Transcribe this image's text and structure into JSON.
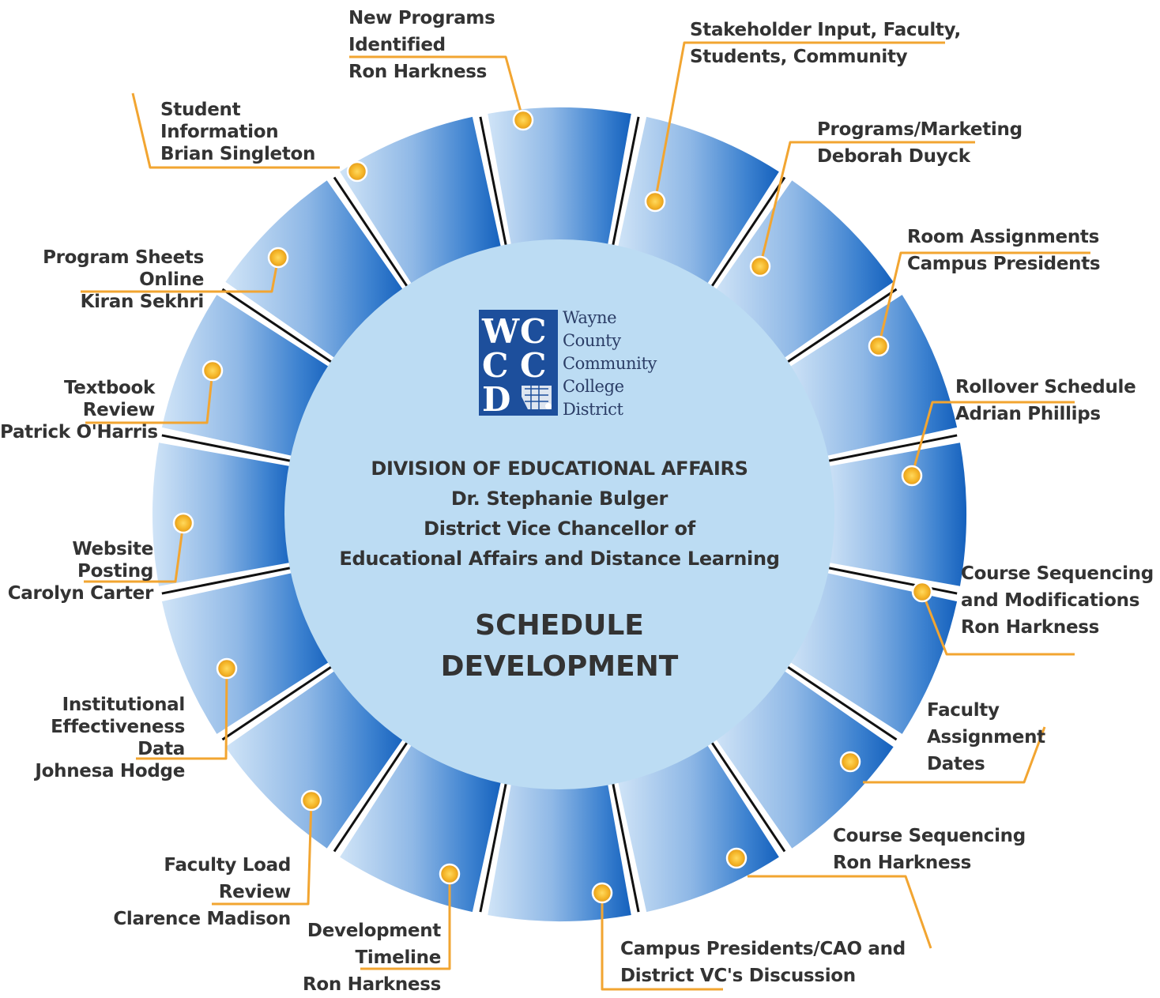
{
  "center": {
    "logo": {
      "monogram": "WCCCD",
      "name_lines": [
        "Wayne",
        "County",
        "Community",
        "College",
        "District"
      ]
    },
    "division_lines": [
      "DIVISION OF EDUCATIONAL AFFAIRS",
      "Dr. Stephanie Bulger",
      "District Vice Chancellor of",
      "Educational Affairs and Distance Learning"
    ],
    "title_lines": [
      "SCHEDULE",
      "DEVELOPMENT"
    ]
  },
  "steps": [
    {
      "lines": [
        "New Programs",
        "Identified",
        "Ron Harkness"
      ]
    },
    {
      "lines": [
        "Stakeholder Input, Faculty,",
        "Students, Community"
      ]
    },
    {
      "lines": [
        "Programs/Marketing",
        "Deborah Duyck"
      ]
    },
    {
      "lines": [
        "Room Assignments",
        "Campus Presidents"
      ]
    },
    {
      "lines": [
        "Rollover Schedule",
        "Adrian Phillips"
      ]
    },
    {
      "lines": [
        "Course Sequencing",
        "and Modifications",
        "Ron Harkness"
      ]
    },
    {
      "lines": [
        "Faculty",
        "Assignment",
        "Dates"
      ]
    },
    {
      "lines": [
        "Course Sequencing",
        "Ron Harkness"
      ]
    },
    {
      "lines": [
        "Campus Presidents/CAO and",
        "District VC's Discussion"
      ]
    },
    {
      "lines": [
        "Development",
        "Timeline",
        "Ron Harkness"
      ]
    },
    {
      "lines": [
        "Faculty Load",
        "Review",
        "Clarence Madison"
      ]
    },
    {
      "lines": [
        "Institutional",
        "Effectiveness",
        "Data",
        "Johnesa Hodge"
      ]
    },
    {
      "lines": [
        "Website",
        "Posting",
        "Carolyn Carter"
      ]
    },
    {
      "lines": [
        "Textbook",
        "Review",
        "Patrick O'Harris"
      ]
    },
    {
      "lines": [
        "Program Sheets",
        "Online",
        "Kiran Sekhri"
      ]
    },
    {
      "lines": [
        "Student",
        "Information",
        "Brian Singleton"
      ]
    }
  ],
  "colors": {
    "segment_dark": "#1565c0",
    "segment_light": "#b3d1f0",
    "inner_circle": "#bcdcf3",
    "connector": "#f2a531",
    "dot": "#f5c542",
    "separator": "#111111",
    "text": "#333333",
    "logo_box": "#1d4f9c"
  }
}
